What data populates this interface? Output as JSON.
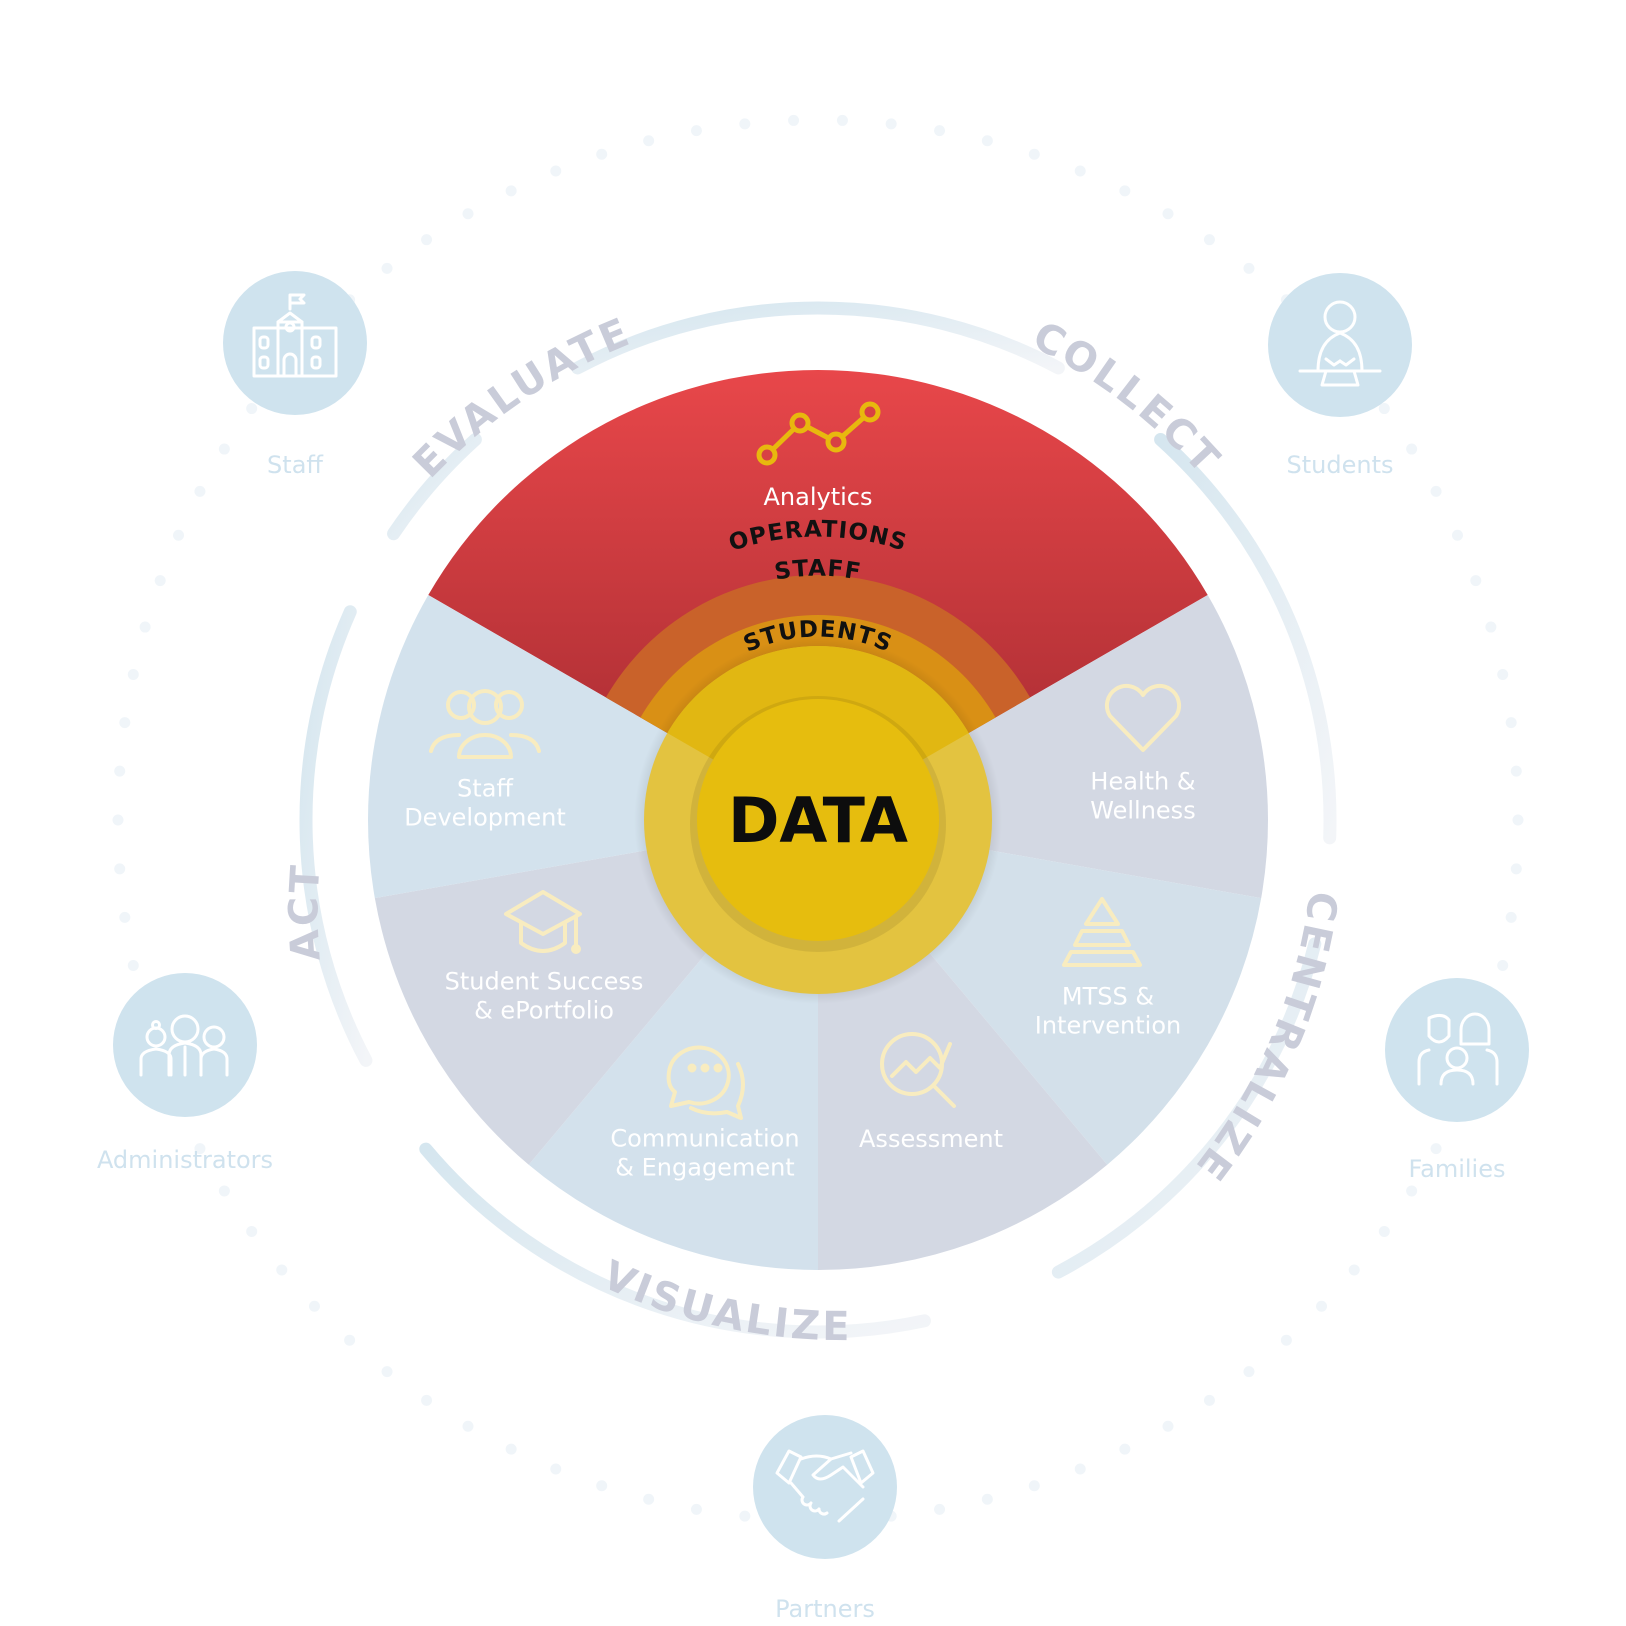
{
  "center": {
    "label": "DATA"
  },
  "rings": [
    {
      "label": "STUDENTS"
    },
    {
      "label": "STAFF"
    },
    {
      "label": "OPERATIONS"
    }
  ],
  "segments": [
    {
      "label_lines": [
        "Analytics"
      ],
      "icon": "line-chart-icon",
      "highlighted": true
    },
    {
      "label_lines": [
        "Health &",
        "Wellness"
      ],
      "icon": "heart-icon",
      "highlighted": false
    },
    {
      "label_lines": [
        "MTSS &",
        "Intervention"
      ],
      "icon": "pyramid-icon",
      "highlighted": false
    },
    {
      "label_lines": [
        "Assessment"
      ],
      "icon": "magnifier-chart-icon",
      "highlighted": false
    },
    {
      "label_lines": [
        "Communication",
        "& Engagement"
      ],
      "icon": "chat-bubbles-icon",
      "highlighted": false
    },
    {
      "label_lines": [
        "Student Success",
        "& ePortfolio"
      ],
      "icon": "graduation-cap-icon",
      "highlighted": false
    },
    {
      "label_lines": [
        "Staff",
        "Development"
      ],
      "icon": "team-icon",
      "highlighted": false
    }
  ],
  "cycle_stages": [
    "COLLECT",
    "CENTRALIZE",
    "VISUALIZE",
    "ACT",
    "EVALUATE"
  ],
  "stakeholders": [
    {
      "label": "Staff",
      "icon": "school-building-icon"
    },
    {
      "label": "Students",
      "icon": "student-desk-icon"
    },
    {
      "label": "Families",
      "icon": "family-icon"
    },
    {
      "label": "Partners",
      "icon": "handshake-icon"
    },
    {
      "label": "Administrators",
      "icon": "administrators-icon"
    }
  ],
  "colors": {
    "highlight_top": "#e8474a",
    "highlight_bottom": "#a82c31",
    "segment_light_a": "#d3e3ee",
    "segment_light_b": "#d3d8e3",
    "ring_operations": "#c9622a",
    "ring_staff": "#d99015",
    "core_yellow": "#e3c340",
    "core_inner": "#e6bd0e",
    "stakeholder_circle": "#cfe3ee",
    "stage_text": "#c9ccd9"
  }
}
